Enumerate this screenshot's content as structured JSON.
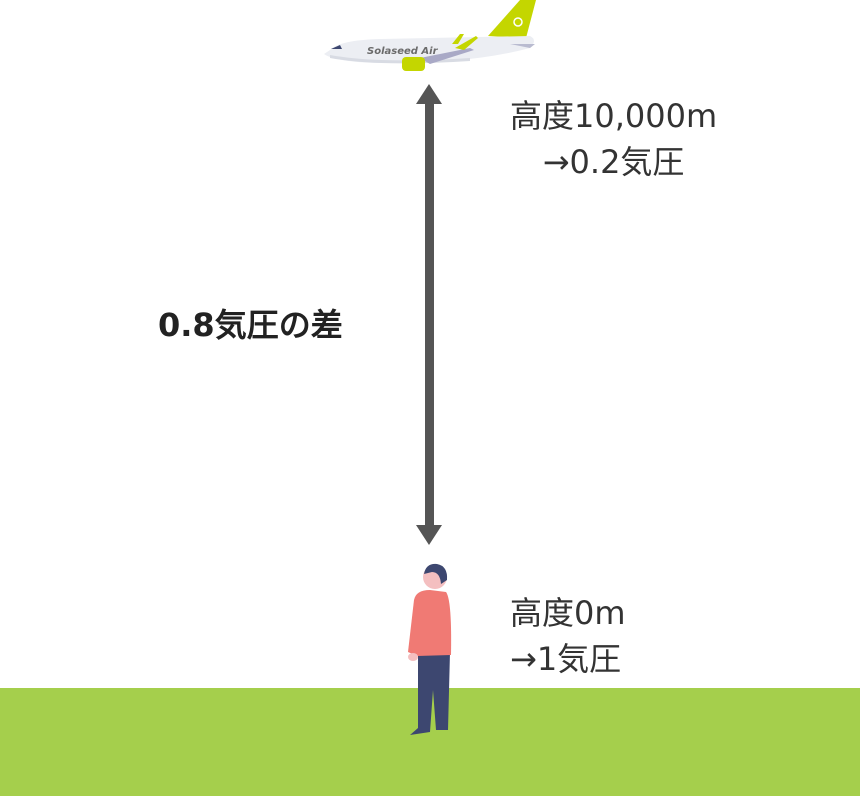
{
  "airplane": {
    "brand": "Solaseed Air"
  },
  "top_label": {
    "line1": "高度10,000m",
    "line2": "→0.2気圧"
  },
  "bottom_label": {
    "line1": "高度0m",
    "line2": "→1気圧"
  },
  "difference_label": "0.8気圧の差",
  "colors": {
    "ground": "#a5cf4c",
    "arrow": "#555555",
    "plane_accent": "#c4d600"
  }
}
